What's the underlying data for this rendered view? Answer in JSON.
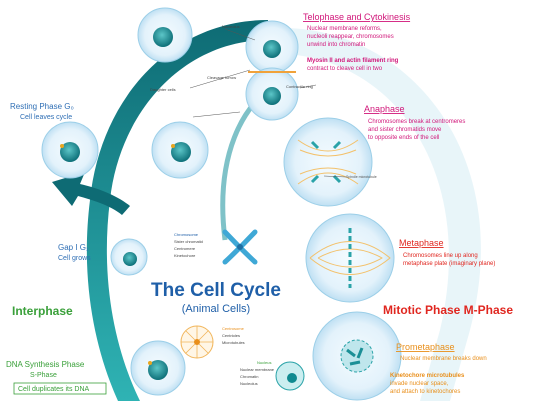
{
  "title": "The Cell Cycle",
  "subtitle": "(Animal Cells)",
  "interphase_label": "Interphase",
  "mitotic_label": "Mitotic Phase M-Phase",
  "resting": {
    "title": "Resting Phase G₀",
    "desc": "Cell leaves cycle"
  },
  "gap1": {
    "title": "Gap I G₁",
    "desc": "Cell grows"
  },
  "synthesis": {
    "title": "DNA Synthesis Phase",
    "phase": "S-Phase",
    "desc": "Cell duplicates its DNA"
  },
  "telophase": {
    "title": "Telophase and Cytokinesis",
    "desc": [
      "Nuclear membrane reforms,",
      "nucleoli reappear, chromosomes",
      "unwind into chromatin"
    ],
    "desc2": [
      "Myosin II and actin filament ring",
      "contract to cleave cell in two"
    ]
  },
  "anaphase": {
    "title": "Anaphase",
    "desc": [
      "Chromosomes break at centromeres",
      "and sister chromatids move",
      "to opposite ends of the cell"
    ],
    "small": "Spindle microtubule"
  },
  "metaphase": {
    "title": "Metaphase",
    "desc": [
      "Chromosomes line up along",
      "metaphase plate (imaginary plane)"
    ]
  },
  "prometaphase": {
    "title": "Prometaphase",
    "desc": [
      "Nuclear membrane breaks down"
    ],
    "desc2": [
      "Kinetochore microtubules",
      "invade nuclear space,",
      "and attach to kinetochores"
    ]
  },
  "small_labels": {
    "nucleolus": "Nucleolus",
    "daughter": "Daughter cells",
    "cleavage": "Cleavage furrow",
    "contractile": "Contractile ring"
  },
  "chromosome_labels": [
    "Chromosome",
    "Sister chromatid",
    "Centromere",
    "Kinetochore"
  ],
  "centrosome_labels": [
    "Centrosome",
    "Centrioles",
    "Microtubules"
  ],
  "nucleus_labels": [
    "Nucleus",
    "Nuclear membrane",
    "Chromatin",
    "Nucleolus"
  ],
  "colors": {
    "teal": "#0f8a90",
    "blue": "#2f6fb5",
    "green": "#3aa03a",
    "magenta": "#d1177a",
    "red": "#e0261f",
    "orange": "#e98f1b"
  }
}
